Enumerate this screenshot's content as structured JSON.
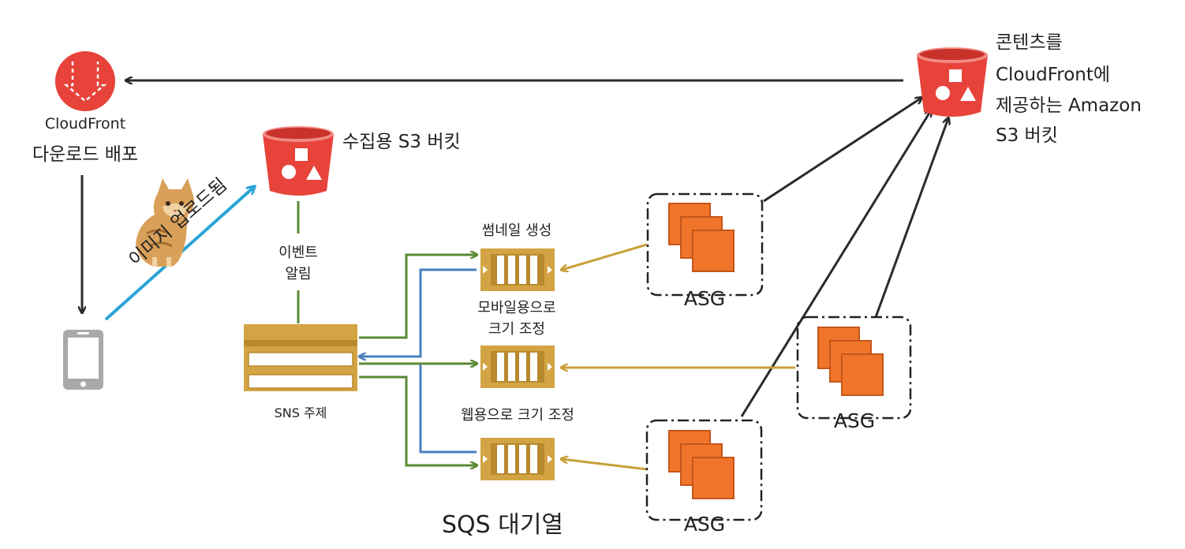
{
  "labels": {
    "cloudfront_line1": "CloudFront",
    "cloudfront_line2": "다운로드 배포",
    "upload_bucket": "수집용 S3 버킷",
    "content_bucket_line1": "콘텐츠를",
    "content_bucket_line2": "CloudFront에",
    "content_bucket_line3": "제공하는 Amazon",
    "content_bucket_line4": "S3 버킷",
    "image_uploaded": "이미지 업로드됨",
    "event_line1": "이벤트",
    "event_line2": "알림",
    "sns_topic": "SNS 주제",
    "queue_thumbnail": "썸네일 생성",
    "queue_mobile_line1": "모바일용으로",
    "queue_mobile_line2": "크기 조정",
    "queue_web": "웹용으로 크기 조정",
    "sqs_queues": "SQS 대기열",
    "asg_top": "ASG",
    "asg_right": "ASG",
    "asg_bottom": "ASG"
  },
  "colors": {
    "black_arrow": "#2b2b2b",
    "green_arrow": "#5a8a35",
    "blue_arrow": "#4a7fc0",
    "gold_arrow": "#c9a13a",
    "upload_arrow": "#2aa3d6",
    "s3_red": "#e7433a",
    "sqs_gold": "#d3a443",
    "asg_orange": "#f0752a",
    "phone_gray": "#a9a9a9"
  },
  "icons": {
    "cloudfront": "cloudfront-download-icon",
    "s3_upload": "s3-bucket-icon",
    "s3_content": "s3-bucket-icon",
    "phone": "mobile-phone-icon",
    "cat": "cat-photo-icon",
    "sns": "sns-topic-icon",
    "sqs": "sqs-queue-icon",
    "asg": "auto-scaling-group-icon"
  }
}
